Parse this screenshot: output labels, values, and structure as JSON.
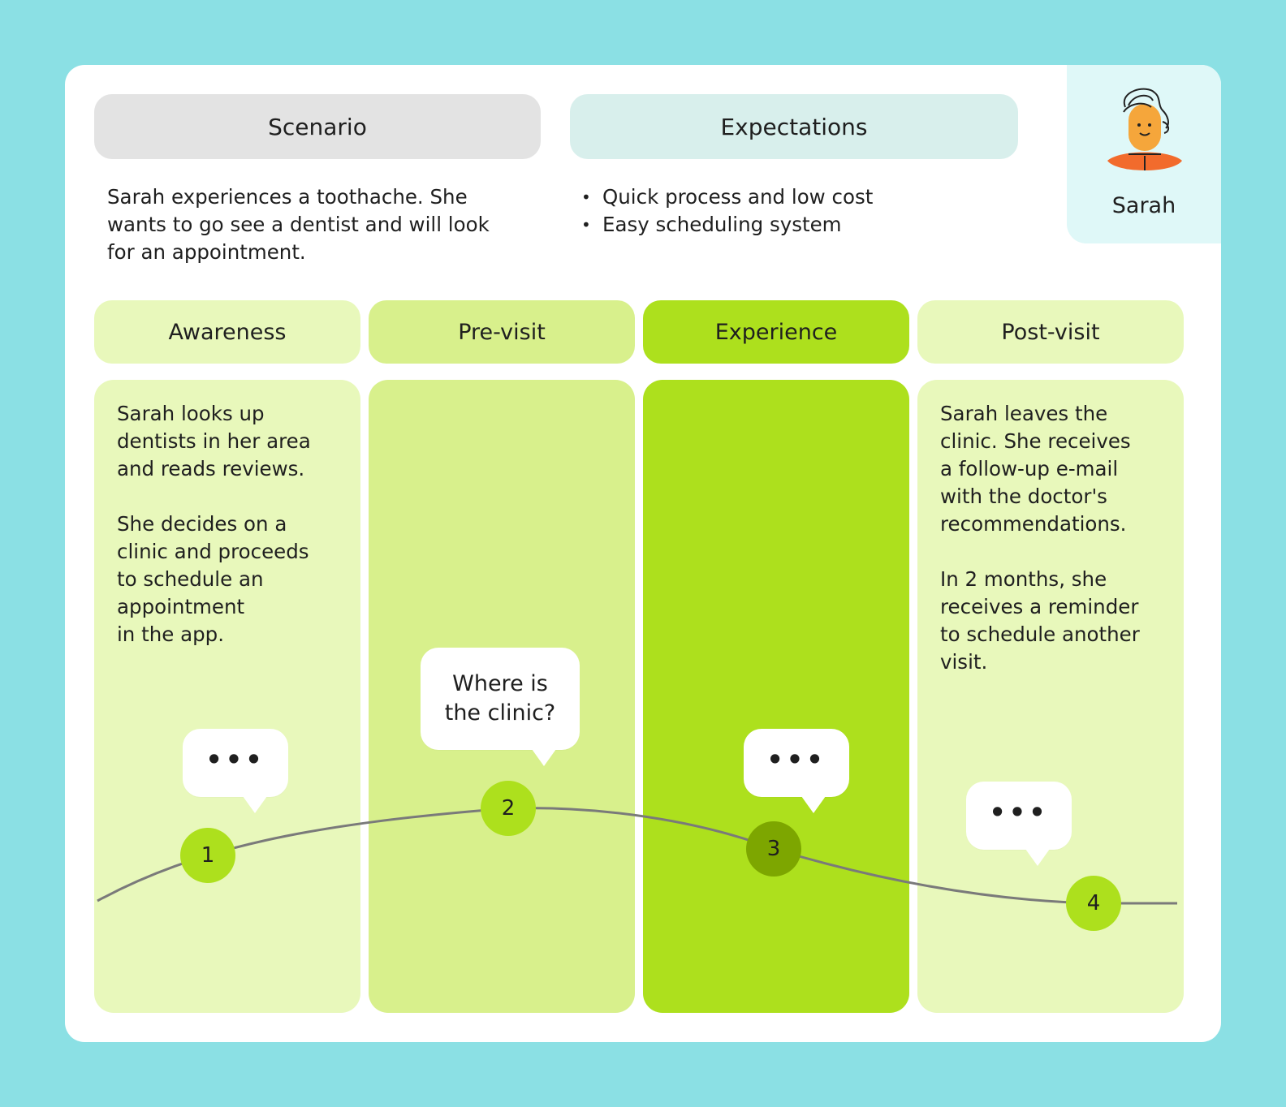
{
  "scenario": {
    "title": "Scenario",
    "text": "Sarah experiences a toothache. She wants to go see a dentist and will look for an appointment."
  },
  "expectations": {
    "title": "Expectations",
    "items": [
      "Quick process and low cost",
      "Easy scheduling system"
    ]
  },
  "persona": {
    "name": "Sarah"
  },
  "stages": [
    {
      "label": "Awareness",
      "text": "Sarah looks up\ndentists in her area\nand reads reviews.\n\nShe decides on a\nclinic and proceeds\nto schedule an\nappointment\nin the app.",
      "marker": "1",
      "bubble": "•••"
    },
    {
      "label": "Pre-visit",
      "text": "",
      "marker": "2",
      "bubble": "Where is the clinic?"
    },
    {
      "label": "Experience",
      "text": "",
      "marker": "3",
      "bubble": "•••"
    },
    {
      "label": "Post-visit",
      "text": "Sarah leaves the\nclinic. She receives\na follow-up e-mail\nwith the doctor's\nrecommendations.\n\nIn 2 months, she\nreceives a reminder\nto schedule another\nvisit.",
      "marker": "4",
      "bubble": "•••"
    }
  ],
  "colors": {
    "background": "#8be0e4",
    "stage_light": "#e8f8bb",
    "stage_mid": "#d8f08c",
    "stage_accent": "#ade01d",
    "marker_dark": "#7da600",
    "curve": "#7a7a7a"
  }
}
